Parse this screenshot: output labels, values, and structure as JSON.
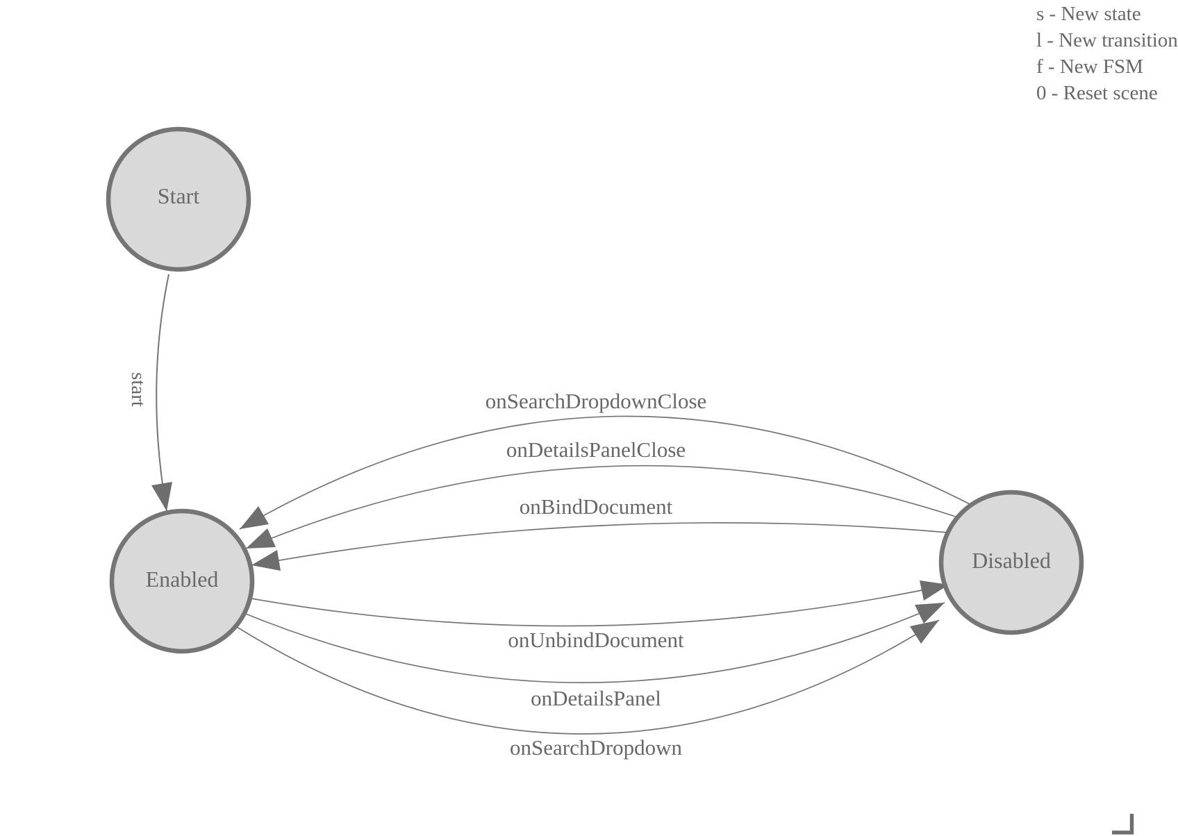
{
  "diagram": {
    "states": [
      {
        "id": "start",
        "label": "Start"
      },
      {
        "id": "enabled",
        "label": "Enabled"
      },
      {
        "id": "disabled",
        "label": "Disabled"
      }
    ],
    "transitions": [
      {
        "from": "Start",
        "to": "Enabled",
        "label": "start"
      },
      {
        "from": "Disabled",
        "to": "Enabled",
        "label": "onSearchDropdownClose"
      },
      {
        "from": "Disabled",
        "to": "Enabled",
        "label": "onDetailsPanelClose"
      },
      {
        "from": "Disabled",
        "to": "Enabled",
        "label": "onBindDocument"
      },
      {
        "from": "Enabled",
        "to": "Disabled",
        "label": "onUnbindDocument"
      },
      {
        "from": "Enabled",
        "to": "Disabled",
        "label": "onDetailsPanel"
      },
      {
        "from": "Enabled",
        "to": "Disabled",
        "label": "onSearchDropdown"
      }
    ]
  },
  "legend": {
    "lines": [
      "s - New state",
      "l - New transition",
      "f - New FSM",
      "0 - Reset scene"
    ]
  },
  "colors": {
    "state_fill": "#d9d9d9",
    "state_stroke": "#757575",
    "edge_stroke": "#757575",
    "arrow_fill": "#6e6e6e",
    "label_text": "#676767",
    "background": "#ffffff"
  }
}
